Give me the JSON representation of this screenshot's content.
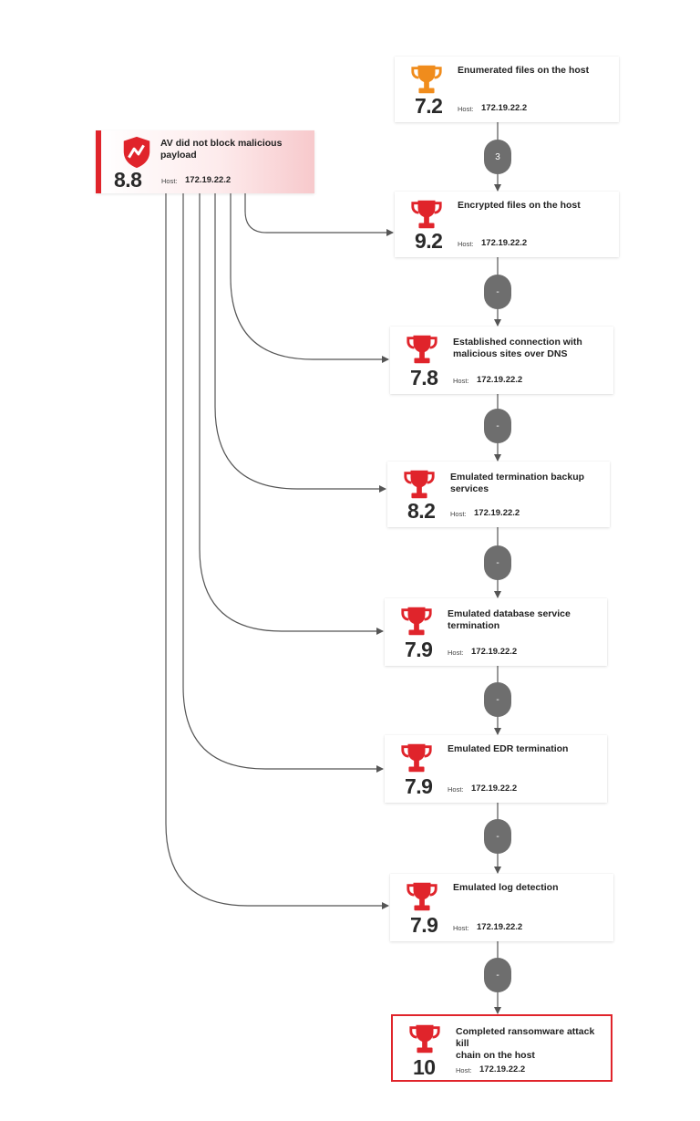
{
  "colors": {
    "accent": "#e0242b",
    "warning": "#f08c1c",
    "connector": "#555555",
    "pill": "#6e6e6e"
  },
  "source": {
    "title": "AV did not block malicious payload",
    "score": "8.8",
    "host_label": "Host:",
    "host": "172.19.22.2",
    "icon": "shield-icon"
  },
  "steps": [
    {
      "title": [
        "Enumerated files on the host"
      ],
      "score": "7.2",
      "host_label": "Host:",
      "host": "172.19.22.2",
      "icon": "trophy-icon",
      "icon_color": "#f08c1c"
    },
    {
      "title": [
        "Encrypted files on the host"
      ],
      "score": "9.2",
      "host_label": "Host:",
      "host": "172.19.22.2",
      "icon": "trophy-icon",
      "icon_color": "#e0242b"
    },
    {
      "title": [
        "Established connection with",
        "malicious sites over DNS"
      ],
      "score": "7.8",
      "host_label": "Host:",
      "host": "172.19.22.2",
      "icon": "trophy-icon",
      "icon_color": "#e0242b"
    },
    {
      "title": [
        "Emulated termination backup",
        "services"
      ],
      "score": "8.2",
      "host_label": "Host:",
      "host": "172.19.22.2",
      "icon": "trophy-icon",
      "icon_color": "#e0242b"
    },
    {
      "title": [
        "Emulated database service",
        "termination"
      ],
      "score": "7.9",
      "host_label": "Host:",
      "host": "172.19.22.2",
      "icon": "trophy-icon",
      "icon_color": "#e0242b"
    },
    {
      "title": [
        "Emulated EDR termination"
      ],
      "score": "7.9",
      "host_label": "Host:",
      "host": "172.19.22.2",
      "icon": "trophy-icon",
      "icon_color": "#e0242b"
    },
    {
      "title": [
        "Emulated log detection"
      ],
      "score": "7.9",
      "host_label": "Host:",
      "host": "172.19.22.2",
      "icon": "trophy-icon",
      "icon_color": "#e0242b"
    },
    {
      "title": [
        "Completed ransomware attack kill",
        "chain on the host"
      ],
      "score": "10",
      "host_label": "Host:",
      "host": "172.19.22.2",
      "icon": "trophy-icon",
      "icon_color": "#e0242b",
      "final": true
    }
  ],
  "connectors": [
    "3",
    "-",
    "-",
    "-",
    "-",
    "-",
    "-"
  ]
}
